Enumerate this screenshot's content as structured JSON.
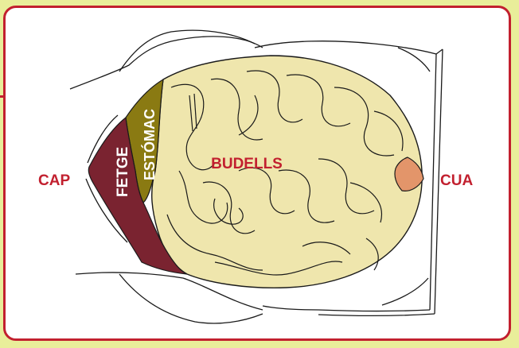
{
  "labels": {
    "head": "CAP",
    "tail": "CUA",
    "liver": "FETGE",
    "stomach": "ESTÓMAC",
    "intestines": "BUDELLS"
  },
  "colors": {
    "background": "#e9ee9a",
    "frame": "#c2202f",
    "label_text": "#c2202f",
    "liver": "#7a2330",
    "stomach": "#8a7a12",
    "intestines": "#efe6ad",
    "tail_organ": "#e3956a",
    "outline": "#1a1a1a"
  }
}
